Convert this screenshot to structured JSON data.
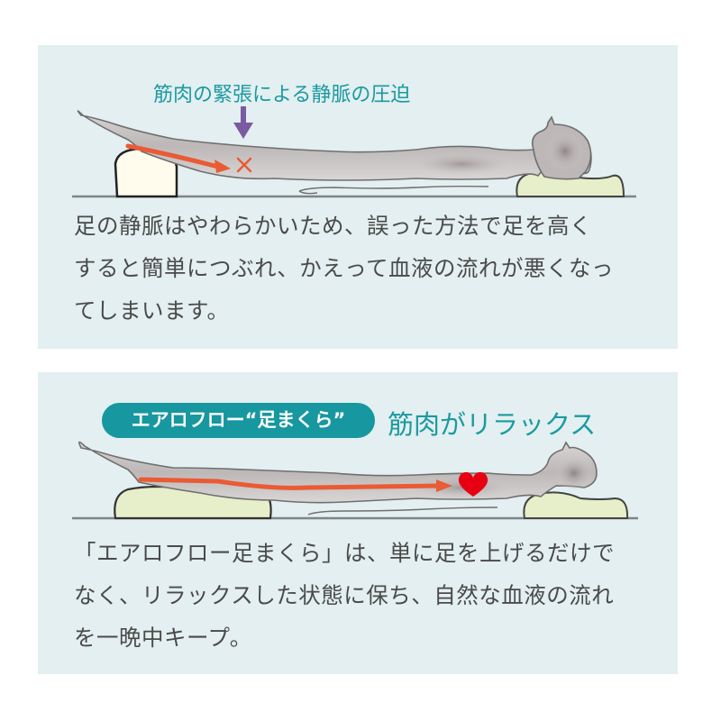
{
  "colors": {
    "panel_bg": "#e3eff0",
    "teal_text": "#1b9aa1",
    "badge_bg": "#17979f",
    "body_text": "#4a4a4a",
    "arrow_orange": "#ea5a34",
    "arrow_purple": "#7a5aa0",
    "heart_red": "#e60012",
    "pillow_cream": "#fffcee",
    "pillow_green": "#e6efc9",
    "floor_gray": "#7d8587",
    "body_gray": "#c8c4c4"
  },
  "top_panel": {
    "heading": "筋肉の緊張による静脈の圧迫",
    "illustration": {
      "arrow_down_icon": "purple-down-arrow",
      "blood_flow_arrow": "orange-arrow",
      "blocked_mark": "×",
      "pillow_under_legs": "cream-round-pillow",
      "pillow_under_head": "green-pillow"
    },
    "body_lines": [
      "足の静脈はやわらかいため、誤った方法で足を高く",
      "すると簡単につぶれ、かえって血液の流れが悪くなっ",
      "てしまいます。"
    ]
  },
  "bottom_panel": {
    "badge": "エアロフロー“足まくら”",
    "heading": "筋肉がリラックス",
    "illustration": {
      "blood_flow_arrow": "orange-arrow",
      "heart_icon": "red-heart",
      "pillow_under_legs": "green-long-pillow",
      "pillow_under_head": "green-pillow"
    },
    "body_lines": [
      "「エアロフロー足まくら」は、単に足を上げるだけで",
      "なく、リラックスした状態に保ち、自然な血液の流れ",
      "を一晩中キープ。"
    ]
  }
}
